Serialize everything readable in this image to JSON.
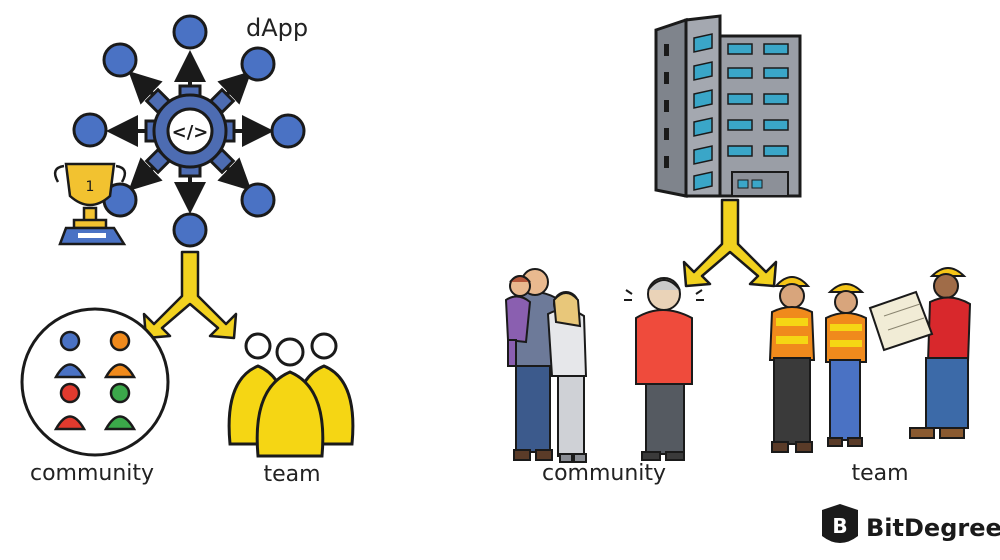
{
  "left": {
    "dapp_label": "dApp",
    "community_label": "community",
    "team_label": "team",
    "trophy_rank": "1",
    "code_symbol": "</>"
  },
  "right": {
    "community_label": "community",
    "team_label": "team"
  },
  "brand": {
    "name": "BitDegree",
    "logo_letter": "B"
  },
  "colors": {
    "node_blue": "#4a72c4",
    "gear_blue": "#4d6cb2",
    "arrow_yellow": "#f2d21f",
    "team_yellow": "#f5d614",
    "building_gray": "#9a9ea6",
    "window_teal": "#3aa6c8",
    "outline": "#1a1a1a"
  }
}
